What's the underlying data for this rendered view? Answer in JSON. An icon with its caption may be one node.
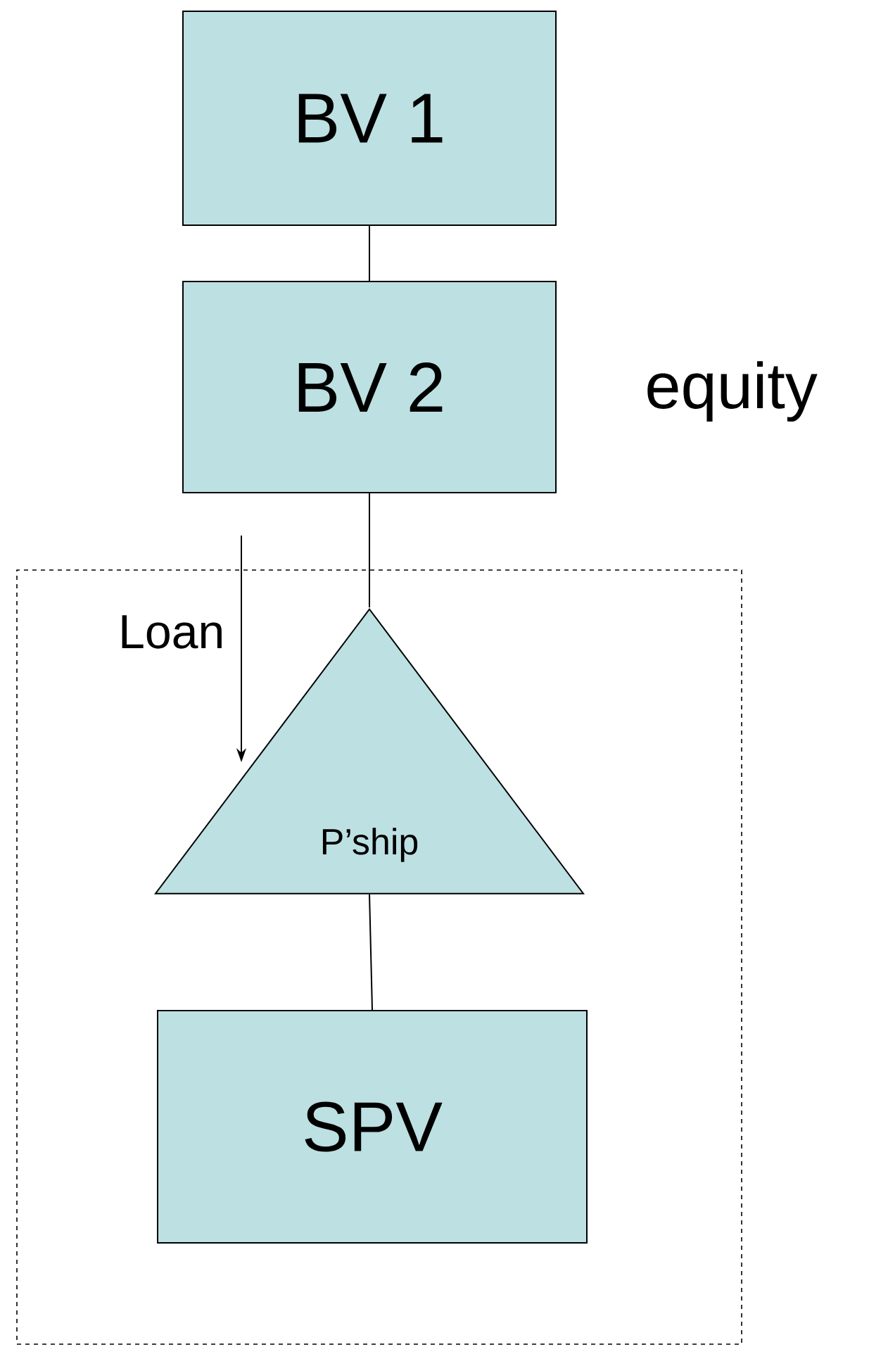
{
  "diagram": {
    "nodes": [
      {
        "text": [
          "BV 1"
        ]
      },
      {
        "text": [
          "BV 2"
        ]
      },
      {
        "text": [],
        "shape": "box"
      },
      {
        "text": [
          "P’ship"
        ],
        "in": 2
      },
      {
        "text": [
          "SPV"
        ],
        "in": 2
      }
    ],
    "edges": [
      {
        "from": 0,
        "to": 1,
        "arrow": "none"
      },
      {
        "from": 1,
        "to": 3,
        "arrow": "none"
      },
      {
        "from": 3,
        "to": 4,
        "arrow": "none"
      },
      {
        "from": 1,
        "to": 3,
        "arrow": "to",
        "label": "Loan"
      }
    ],
    "labels": [
      "equity"
    ]
  }
}
